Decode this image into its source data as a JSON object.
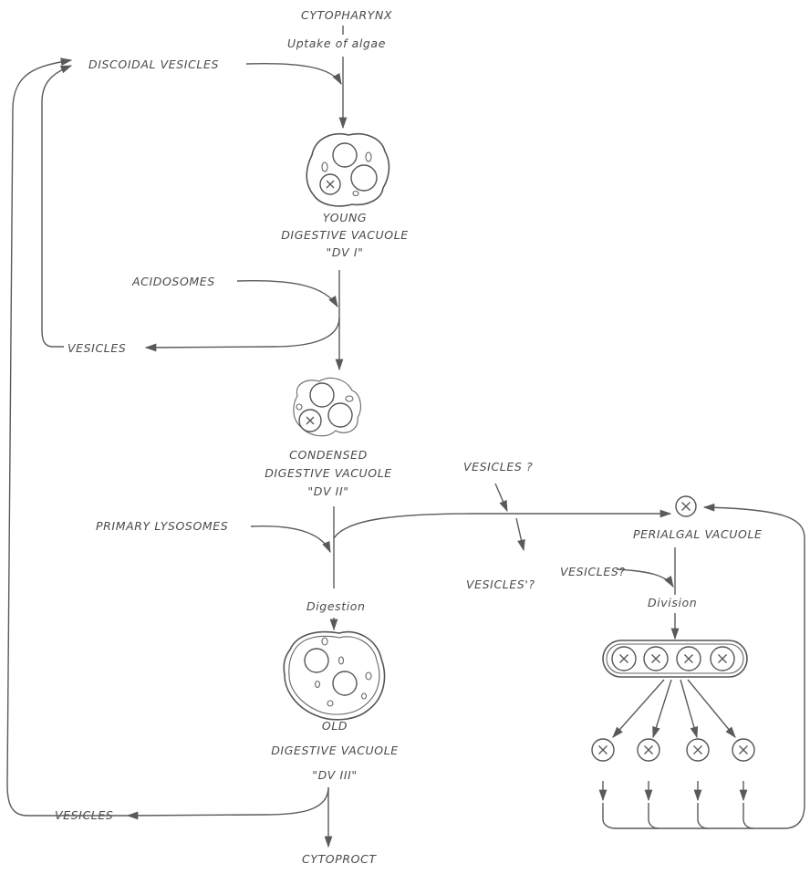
{
  "labels": {
    "cytopharynx": "CYTOPHARYNX",
    "uptake": "Uptake of algae",
    "discoidal_vesicles": "DISCOIDAL VESICLES",
    "young_1": "YOUNG",
    "young_2": "DIGESTIVE VACUOLE",
    "young_3": "\"DV I\"",
    "acidosomes": "ACIDOSOMES",
    "vesicles_upper": "VESICLES",
    "condensed_1": "CONDENSED",
    "condensed_2": "DIGESTIVE VACUOLE",
    "condensed_3": "\"DV II\"",
    "vesicles_q_top": "VESICLES ?",
    "perialgal": "PERIALGAL VACUOLE",
    "primary_lysosomes": "PRIMARY LYSOSOMES",
    "vesicles_q_mid": "VESICLES'?",
    "vesicles_q_right": "VESICLES?",
    "digestion": "Digestion",
    "division": "Division",
    "old_1": "OLD",
    "old_2": "DIGESTIVE VACUOLE",
    "old_3": "\"DV III\"",
    "vesicles_lower": "VESICLES",
    "cytoproct": "CYTOPROCT"
  }
}
